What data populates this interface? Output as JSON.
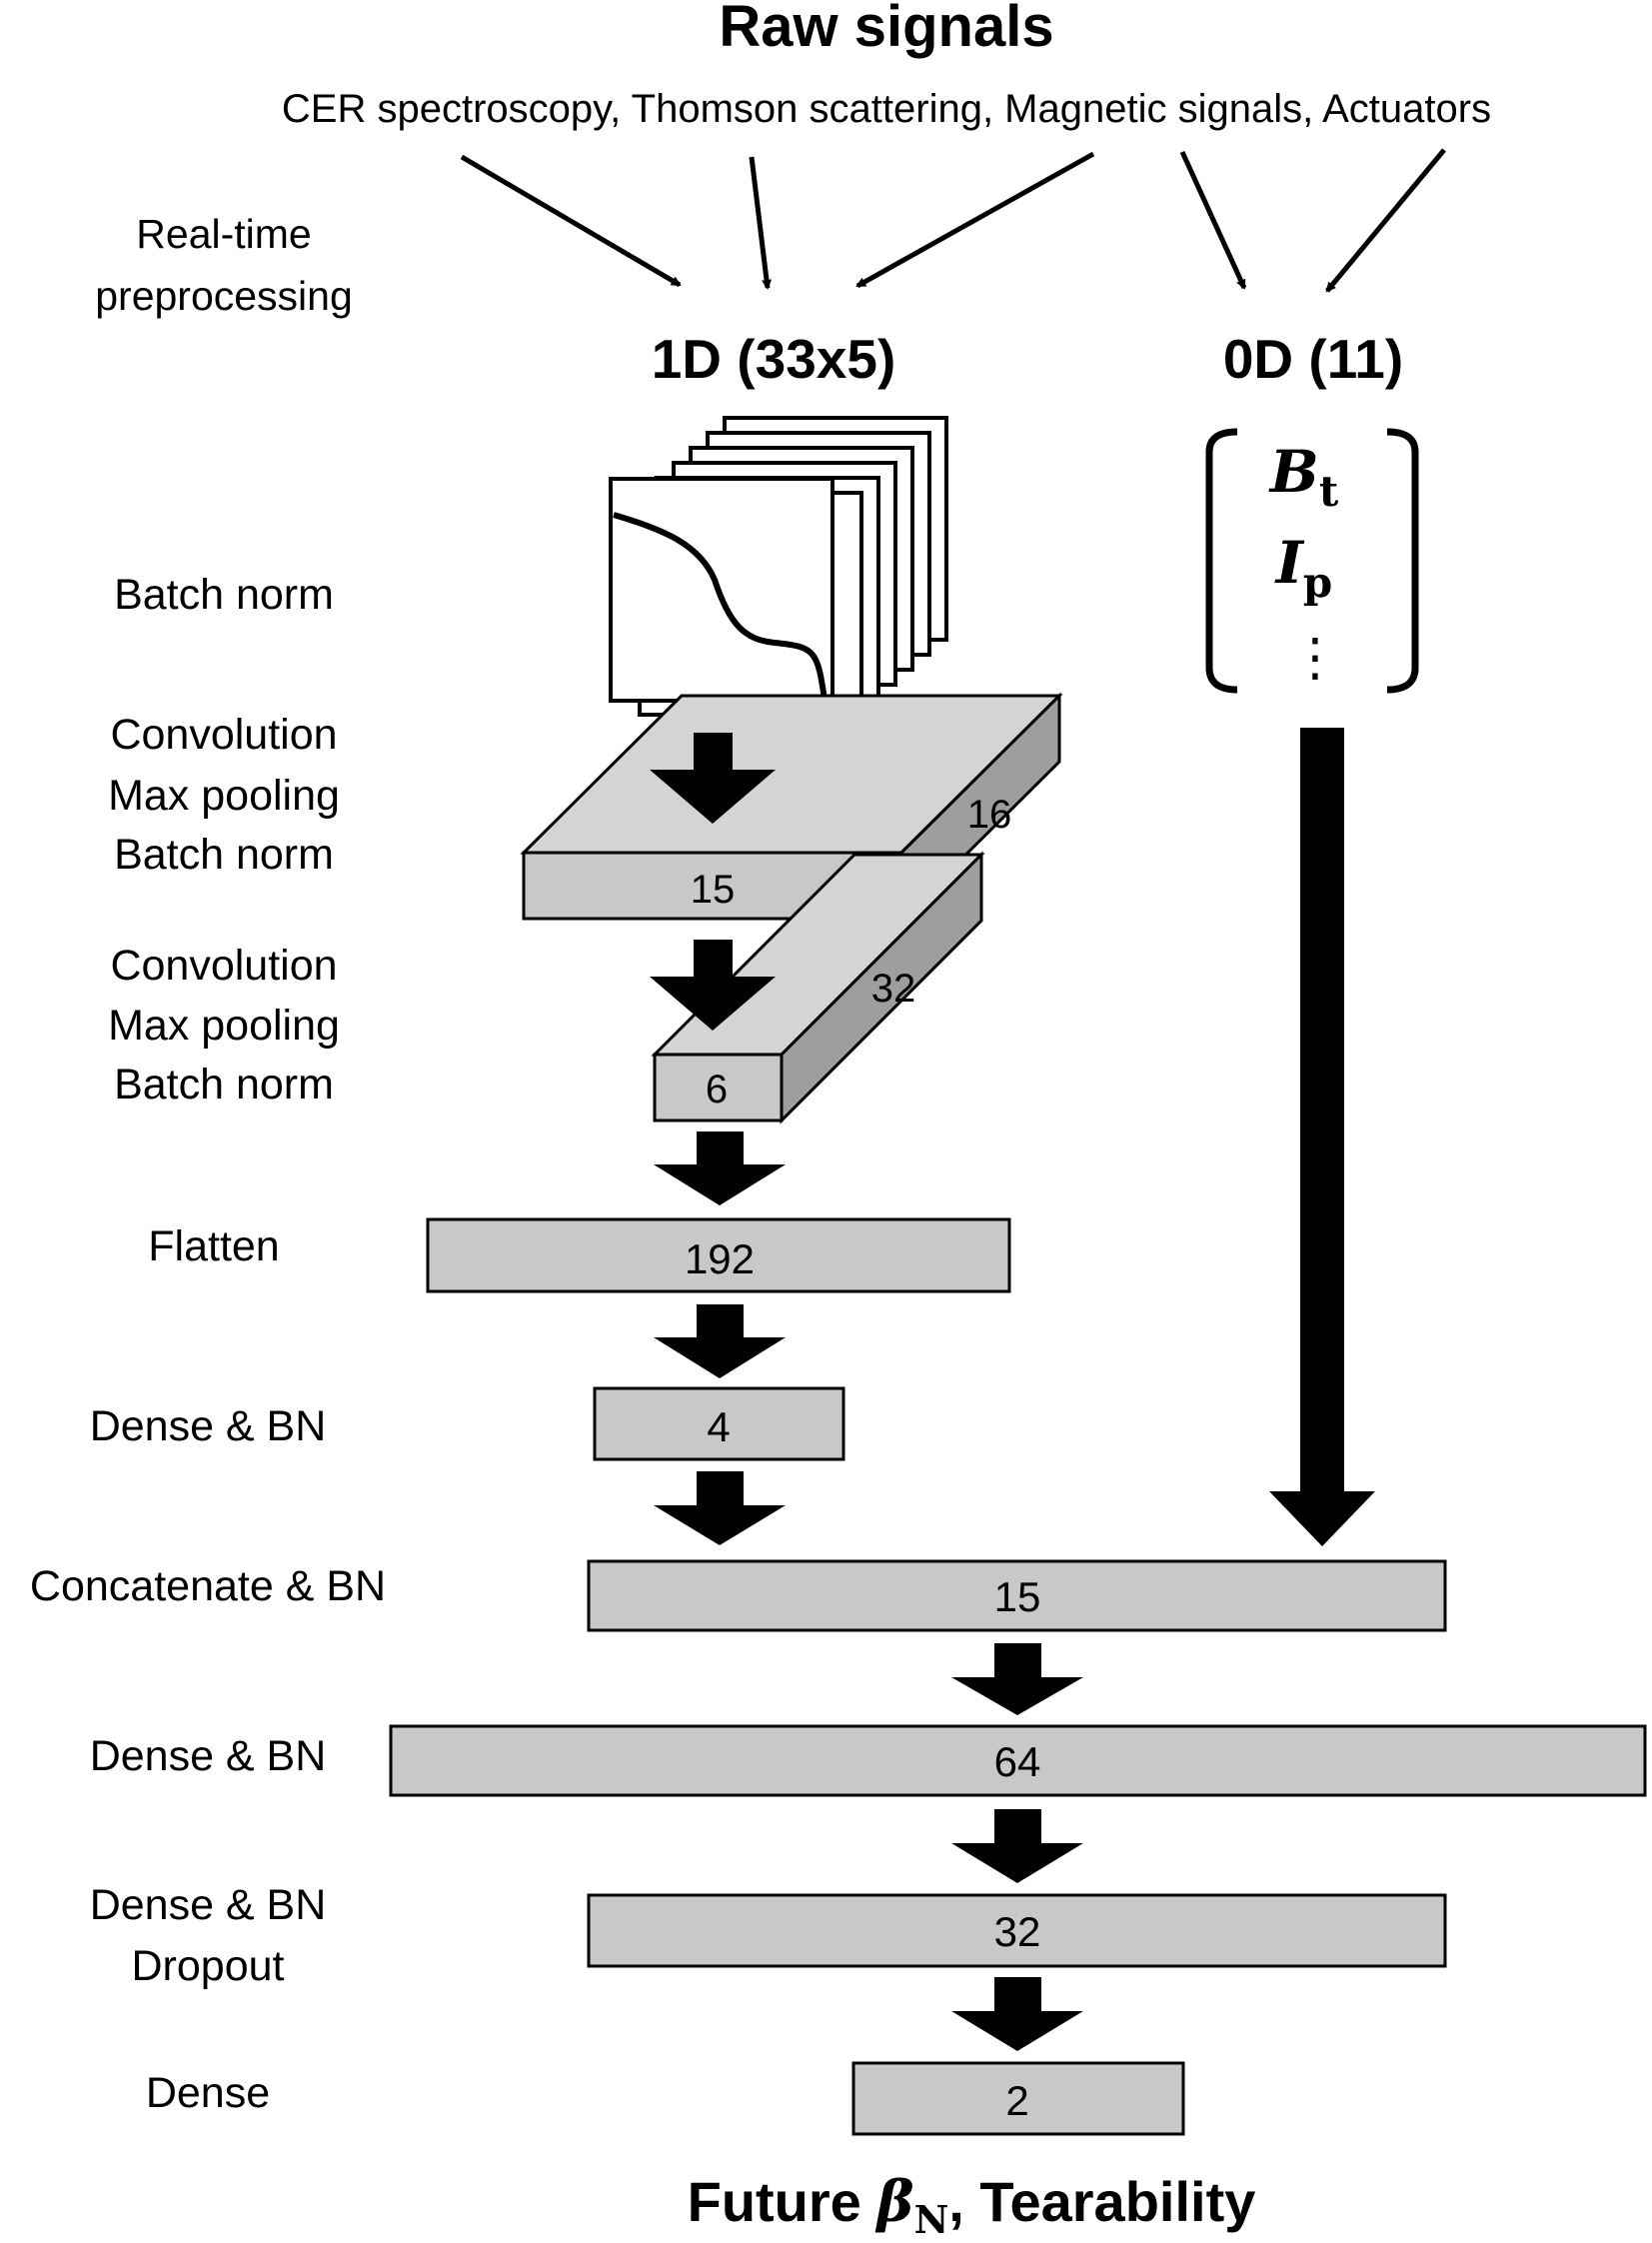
{
  "header": {
    "title": "Raw signals",
    "sources": "CER spectroscopy, Thomson scattering, Magnetic signals, Actuators",
    "preprocess_line1": "Real-time",
    "preprocess_line2": "preprocessing"
  },
  "inputs": {
    "profile_label": "1D (33x5)",
    "scalar_label": "0D (11)",
    "scalar_symbols": [
      {
        "base": "B",
        "sub": "t"
      },
      {
        "base": "I",
        "sub": "p"
      }
    ],
    "scalar_ellipsis": "⋮"
  },
  "steps": {
    "batch_norm": "Batch norm",
    "conv1": [
      "Convolution",
      "Max pooling",
      "Batch norm"
    ],
    "conv2": [
      "Convolution",
      "Max pooling",
      "Batch norm"
    ],
    "flatten": "Flatten",
    "dense_bn_1": "Dense & BN",
    "concat": "Concatenate & BN",
    "dense_bn_2": "Dense & BN",
    "dense_bn_dropout": [
      "Dense & BN",
      "Dropout"
    ],
    "dense_out": "Dense"
  },
  "layers": {
    "conv1_width": "15",
    "conv1_depth": "16",
    "conv2_width": "6",
    "conv2_depth": "32",
    "flatten": "192",
    "dense1": "4",
    "concat": "15",
    "dense2": "64",
    "dense3": "32",
    "output": "2"
  },
  "output": {
    "prefix": "Future ",
    "beta": "β",
    "beta_sub": "N",
    "suffix": ", Tearability"
  },
  "colors": {
    "layer_front": "#c8c8c8",
    "layer_top": "#d4d4d4",
    "layer_side": "#9e9e9e",
    "arrow": "#000000",
    "stroke": "#000000"
  }
}
